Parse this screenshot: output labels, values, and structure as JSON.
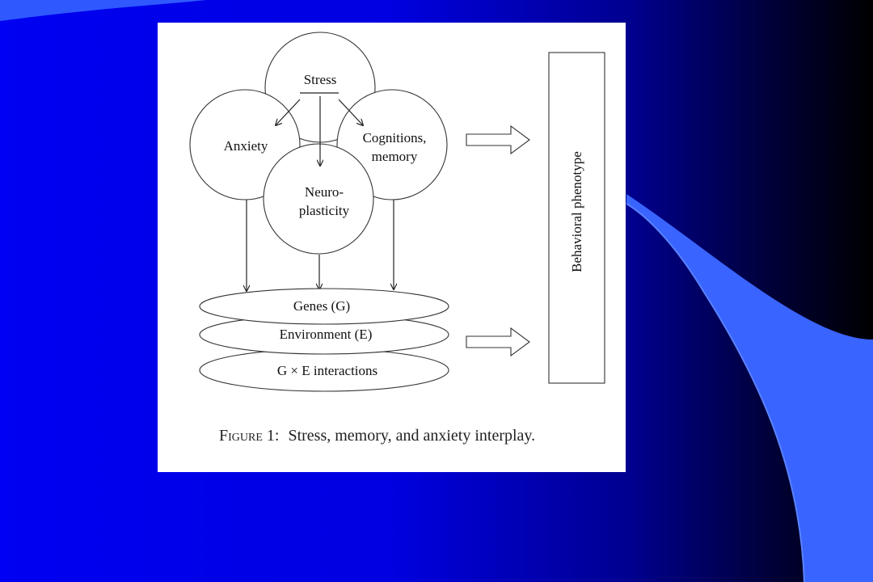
{
  "slide": {
    "accent_color": "#3a64ff",
    "background_colors": [
      "#0000f2",
      "#000000"
    ]
  },
  "figure": {
    "circles": {
      "stress": "Stress",
      "anxiety": "Anxiety",
      "cognitions_line1": "Cognitions,",
      "cognitions_line2": "memory",
      "neuro_line1": "Neuro-",
      "neuro_line2": "plasticity"
    },
    "layers": {
      "genes": "Genes (G)",
      "environment": "Environment (E)",
      "interactions": "G × E interactions"
    },
    "outcome": "Behavioral phenotype",
    "caption": {
      "label": "Figure 1:",
      "text": "Stress, memory, and anxiety interplay."
    }
  }
}
